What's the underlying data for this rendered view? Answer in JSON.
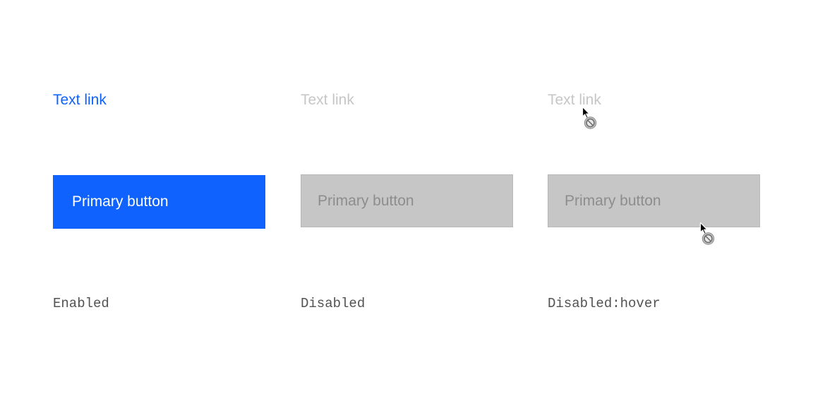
{
  "states": [
    {
      "link_label": "Text link",
      "button_label": "Primary button",
      "caption": "Enabled"
    },
    {
      "link_label": "Text link",
      "button_label": "Primary button",
      "caption": "Disabled"
    },
    {
      "link_label": "Text link",
      "button_label": "Primary button",
      "caption": "Disabled:hover"
    }
  ],
  "colors": {
    "interactive_blue": "#0f62fe",
    "disabled_text": "#c6c6c6",
    "disabled_fill": "#c6c6c6",
    "disabled_button_text": "#8d8d8d",
    "caption_text": "#525252"
  },
  "icons": {
    "cursor": "not-allowed-cursor-icon"
  }
}
